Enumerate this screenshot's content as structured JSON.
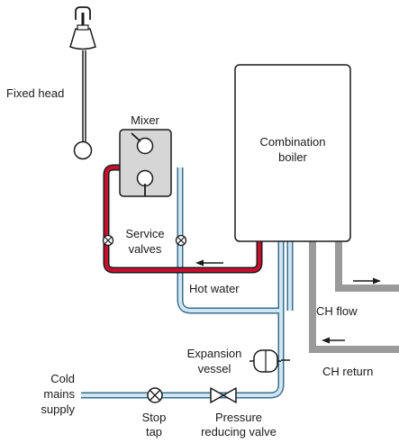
{
  "diagram": {
    "labels": {
      "fixed_head": "Fixed head",
      "mixer": "Mixer",
      "combination": "Combination",
      "boiler": "boiler",
      "service": "Service",
      "valves": "valves",
      "hot_water": "Hot water",
      "ch_flow": "CH flow",
      "expansion": "Expansion",
      "vessel": "vessel",
      "ch_return": "CH return",
      "cold": "Cold",
      "mains": "mains",
      "supply": "supply",
      "stop": "Stop",
      "tap": "tap",
      "pressure": "Pressure",
      "reducing_valve": "reducing valve"
    },
    "colors": {
      "hot_pipe": "#c8102e",
      "cold_pipe": "#cfe6f5",
      "pipe_outline": "#3c6e8c",
      "ch_pipe": "#9a9a9a",
      "mixer_fill": "#d6d6d6",
      "outline": "#1a1a1a"
    }
  }
}
